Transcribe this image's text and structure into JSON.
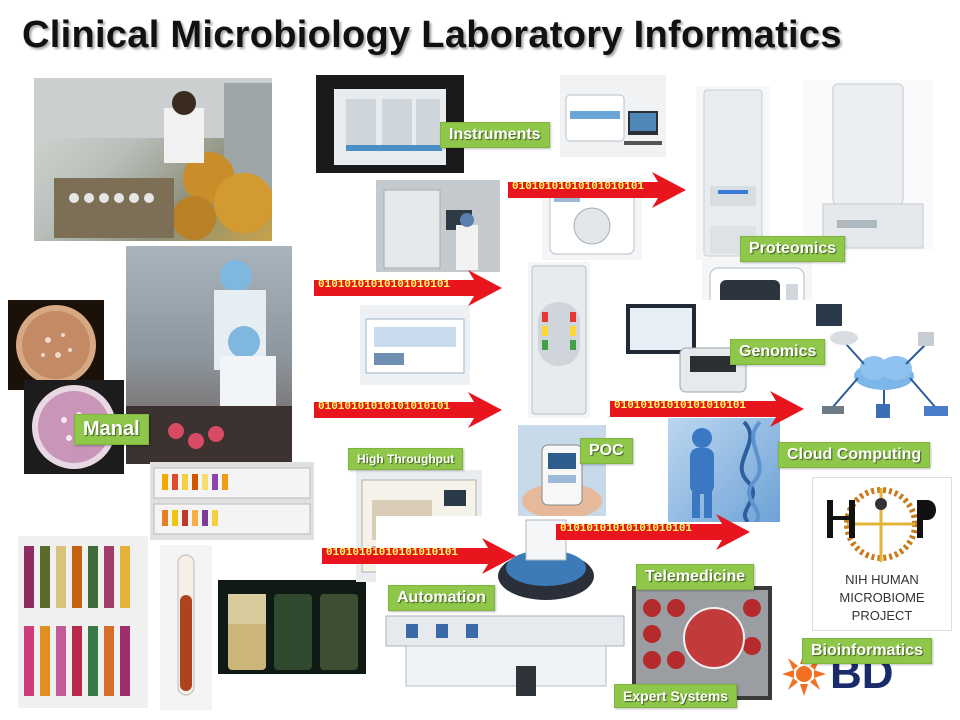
{
  "title": "Clinical Microbiology Laboratory Informatics",
  "labels": {
    "instruments": "Instruments",
    "proteomics": "Proteomics",
    "genomics": "Genomics",
    "manal": "Manal",
    "high_throughput": "High Throughput",
    "poc": "POC",
    "cloud_computing": "Cloud Computing",
    "automation": "Automation",
    "telemedicine": "Telemedicine",
    "bioinformatics": "Bioinformatics",
    "expert_systems": "Expert Systems"
  },
  "binary_stream": "01010101010101010101",
  "hmp": {
    "line1": "NIH HUMAN",
    "line2": "MICROBIOME",
    "line3": "PROJECT"
  },
  "brand": {
    "bd": "BD"
  },
  "colors": {
    "label_green": "#8fc74a",
    "arrow_red": "#e8141e",
    "binary_text": "#ffff66",
    "bd_orange": "#f37021",
    "bd_blue": "#1a2b6b"
  }
}
